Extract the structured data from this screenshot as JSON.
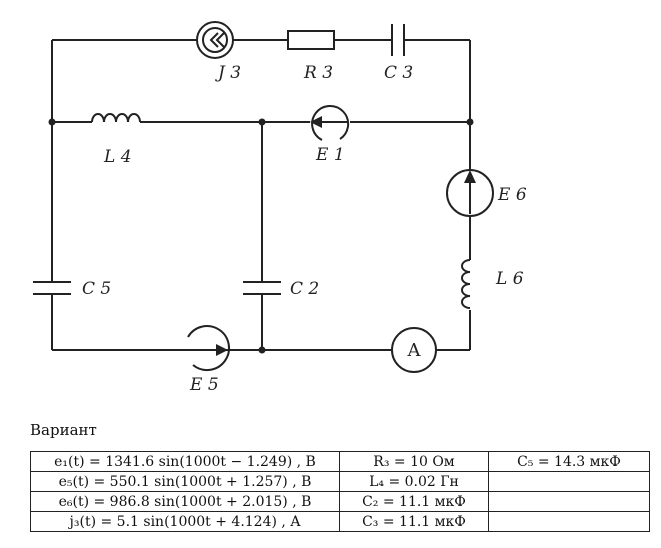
{
  "circuit": {
    "labels": {
      "J3": "J 3",
      "R3": "R 3",
      "C3": "C 3",
      "L4": "L 4",
      "E1": "E 1",
      "E6": "E 6",
      "C5": "C 5",
      "C2": "C 2",
      "L6": "L 6",
      "E5": "E 5",
      "ammeter": "A"
    },
    "icons": {
      "J3": "current-source-icon",
      "E": "voltage-source-icon"
    }
  },
  "variant": {
    "title": "Вариант",
    "rows": [
      [
        "e₁(t) = 1341.6 sin(1000t − 1.249) , B",
        "R₃ = 10 Ом",
        "C₅ = 14.3 мкФ"
      ],
      [
        "e₅(t) = 550.1 sin(1000t + 1.257) , B",
        "L₄ = 0.02 Гн",
        ""
      ],
      [
        "e₆(t) = 986.8 sin(1000t + 2.015) , B",
        "C₂ = 11.1 мкФ",
        ""
      ],
      [
        "j₃(t) = 5.1 sin(1000t + 4.124) , A",
        "C₃ = 11.1 мкФ",
        ""
      ]
    ]
  }
}
